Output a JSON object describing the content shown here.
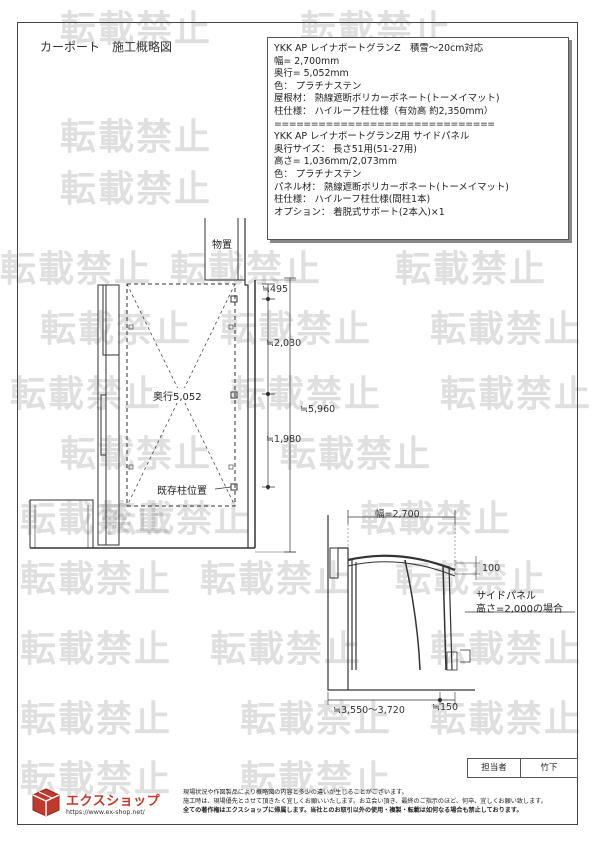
{
  "title": "カーポート　施工概略図",
  "spec": {
    "lines": [
      "YKK AP レイナポートグランZ　積雪～20cm対応",
      "幅= 2,700mm",
      "奥行= 5,052mm",
      "色： プラチナステン",
      "屋根材： 熱線遮断ポリカーボネート(トーメイマット)",
      "柱仕様： ハイルーフ柱仕様（有効高 約2,350mm）",
      "==============================",
      "YKK AP レイナポートグランZ用 サイドパネル",
      "奥行サイズ： 長さ51用(51-27用)",
      "高さ= 1,036mm/2,073mm",
      "色： プラチナステン",
      "パネル材： 熱線遮断ポリカーボネート(トーメイマット)",
      "柱仕様： ハイルーフ柱仕様(間柱1本)",
      "オプション： 着脱式サポート(2本入)×1"
    ]
  },
  "plan": {
    "storage_label": "物置",
    "depth_label": "奥行5,052",
    "existing_post_label": "既存柱位置",
    "dim_495": "≒495",
    "dim_2030": "≒2,030",
    "dim_1980": "≒1,980",
    "dim_5960": "≒5,960"
  },
  "elevation": {
    "width_label": "幅=2,700",
    "dim_100": "100",
    "side_panel_label": "サイドパネル",
    "side_panel_height": "高さ=2,000の場合",
    "dim_span": "≒3,550～3,720",
    "dim_150": "≒150"
  },
  "watermark": "転載禁止",
  "stamp": {
    "role": "担当者",
    "name": "竹下"
  },
  "footer": {
    "logo_text": "エクスショップ",
    "logo_url": "https://www.ex-shop.net/",
    "notices": [
      "現場状況や作図製品により概略図の内容と多少の違いが生じることがございます。",
      "施工時は、現場優先とさせて頂きたく宜しくお願いいたします。お立会い頂き、最終のご指示のほど、何卒、宜しくお願い致します。",
      "全ての著作権はエクスショップに帰属します。当社とのお取引以外の使用・複製・転載は如何なる場合も禁止しております。"
    ]
  }
}
